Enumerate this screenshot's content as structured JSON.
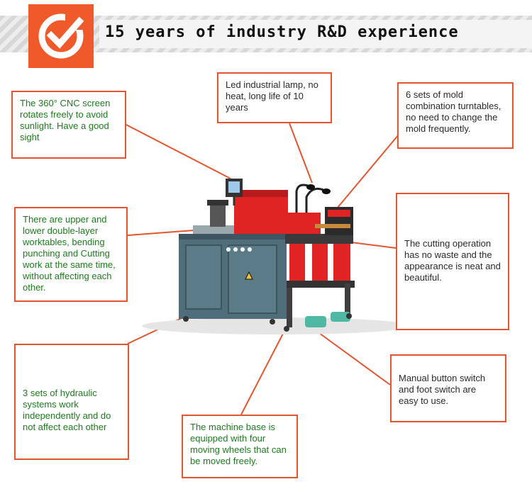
{
  "header": {
    "title": "15 years of industry R&D experience",
    "logo_icon": "checkmark-badge-icon",
    "accent_color": "#f0592a"
  },
  "callouts": {
    "cnc_screen": "The 360° CNC screen rotates freely to avoid sunlight. Have a good sight",
    "led_lamp": "Led industrial lamp, no heat, long life of 10 years",
    "mold_turntables": "6 sets of mold combination turntables, no need to change the mold frequently.",
    "worktables": "There are upper and lower double-layer worktables, bending punching and Cutting work at the same time, without affecting each other.",
    "cutting": "The cutting operation has no waste and the appearance is neat and beautiful.",
    "hydraulic": "3 sets of hydraulic systems work independently and do not affect each other",
    "switches": "Manual button switch and foot switch are easy to use.",
    "wheels": "The machine base is equipped with four moving wheels that can be moved freely."
  },
  "colors": {
    "callout_border": "#e2552f",
    "callout_text_green": "#1f7a1f",
    "machine_cabinet": "#4f6d7a",
    "machine_red": "#e02424"
  }
}
